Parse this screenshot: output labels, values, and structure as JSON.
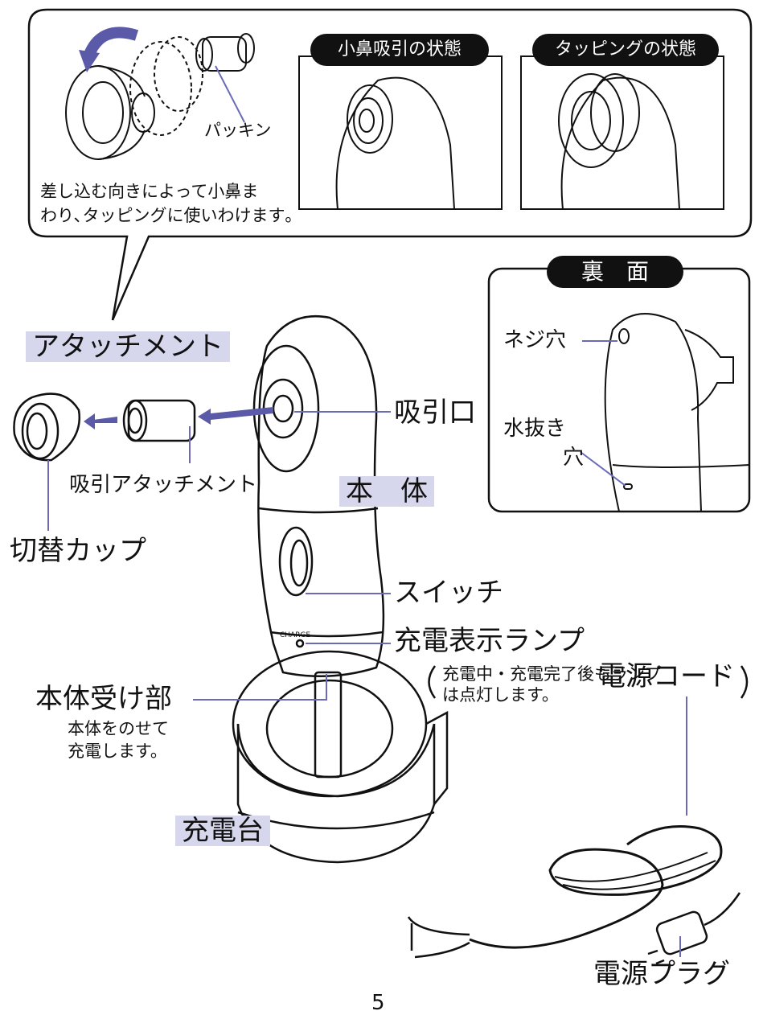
{
  "callout": {
    "packing_label": "パッキン",
    "usage_line1": "差し込む向きによって小鼻ま",
    "usage_line2": "わり､タッピングに使いわけます｡",
    "panel_nose_title": "小鼻吸引の状態",
    "panel_tap_title": "タッピングの状態"
  },
  "back": {
    "title": "裏　面",
    "screw_hole": "ネジ穴",
    "drain_hole_line1": "水抜き",
    "drain_hole_line2": "穴"
  },
  "parts": {
    "attachment": "アタッチメント",
    "suction_attachment": "吸引アタッチメント",
    "switch_cup": "切替カップ",
    "suction_port": "吸引口",
    "main_body": "本　体",
    "switch": "スイッチ",
    "charge_lamp": "充電表示ランプ",
    "charge_lamp_note_line1": "充電中・充電完了後もランプ",
    "charge_lamp_note_line2": "は点灯します。",
    "charge_mark": "CHARGE",
    "body_receiver": "本体受け部",
    "body_receiver_note_line1": "本体をのせて",
    "body_receiver_note_line2": "充電します。",
    "charger": "充電台",
    "power_cord": "電源コード",
    "power_plug": "電源プラグ"
  },
  "page_number": "5",
  "colors": {
    "leader": "#6a6ab8",
    "highlight": "#d6d6ec",
    "arrow": "#5a5aa8"
  }
}
